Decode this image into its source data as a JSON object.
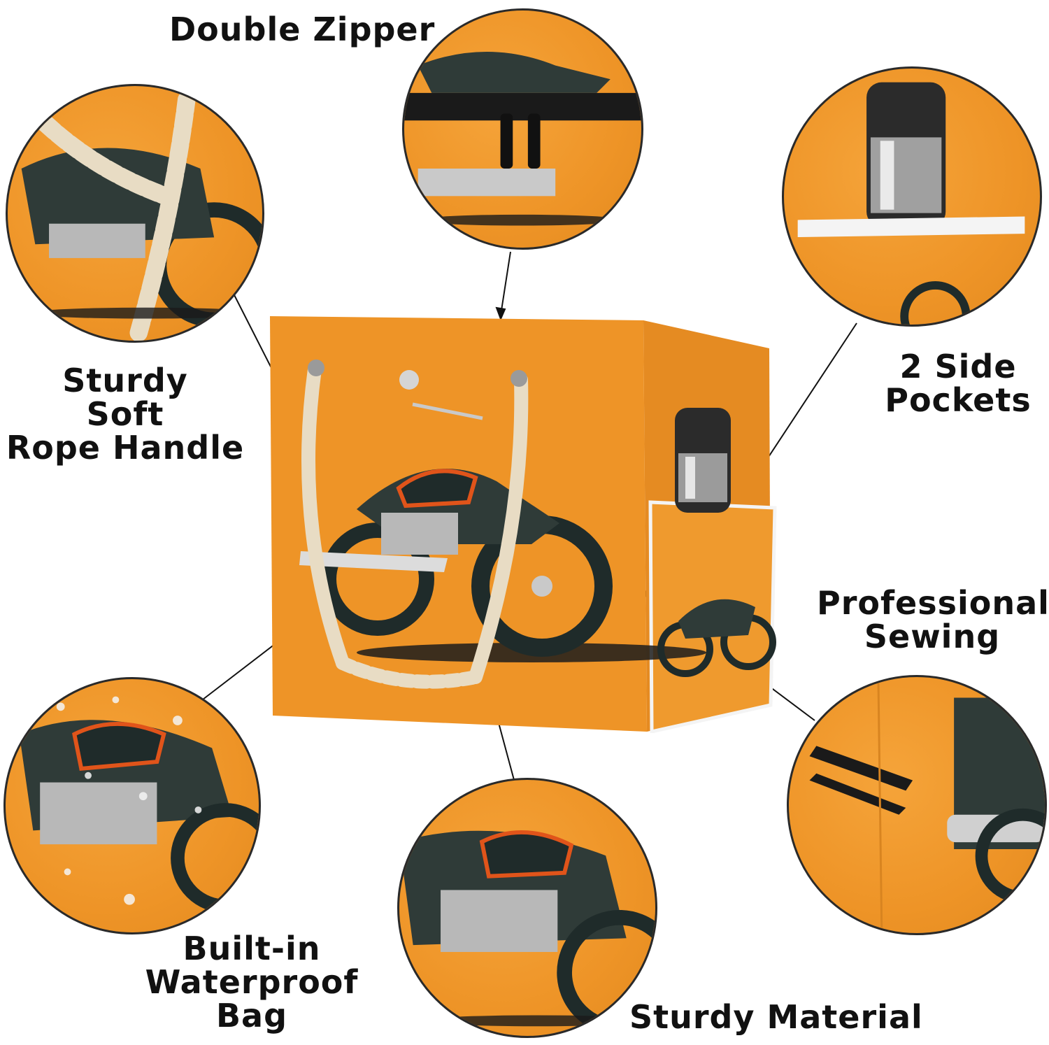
{
  "labels": {
    "double_zipper": "Double Zipper",
    "rope_handle": [
      "Sturdy",
      "Soft",
      "Rope Handle"
    ],
    "side_pockets": [
      "2 Side",
      "Pockets"
    ],
    "professional_sewing": [
      "Professional",
      "Sewing"
    ],
    "waterproof_bag": [
      "Built-in",
      "Waterproof",
      "Bag"
    ],
    "sturdy_material": "Sturdy Material"
  },
  "colors": {
    "bag_orange": "#ee9427",
    "bag_dark_orange": "#d9801c",
    "rope": "#e8dcc4",
    "motorcycle_dark": "#1f2b2a",
    "motorcycle_accent": "#e0541a",
    "chrome": "#c9c9c9"
  },
  "icons": {
    "rope-handle": "rope-handle-icon",
    "bottle": "water-bottle-icon",
    "motorcycle": "motorcycle-icon",
    "zipper": "zipper-icon"
  }
}
